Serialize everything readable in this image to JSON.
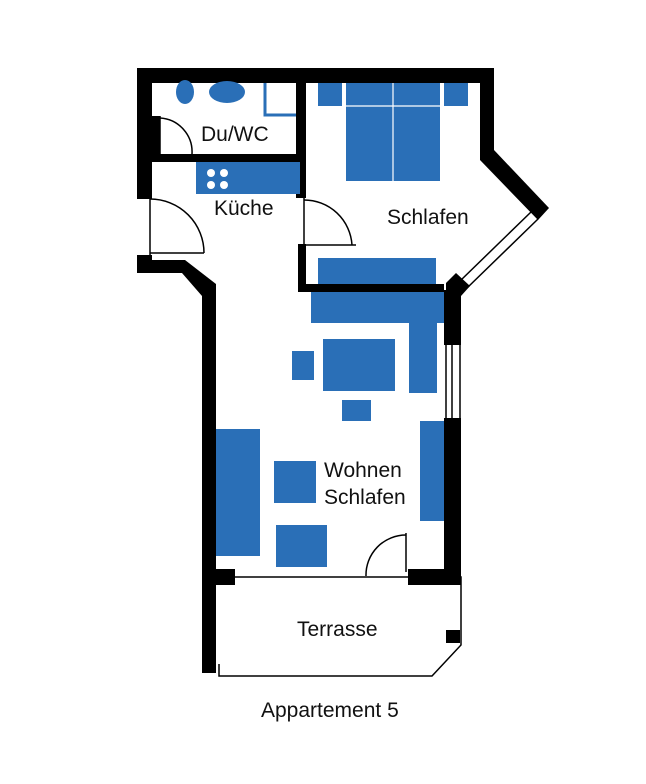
{
  "rooms": {
    "bathroom": "Du/WC",
    "kitchen": "Küche",
    "bedroom": "Schlafen",
    "living_line1": "Wohnen",
    "living_line2": "Schlafen",
    "terrace": "Terrasse"
  },
  "caption": "Appartement 5",
  "colors": {
    "wall": "#000000",
    "furniture": "#2a6fb7",
    "thin_line": "#000000",
    "background": "#ffffff"
  }
}
